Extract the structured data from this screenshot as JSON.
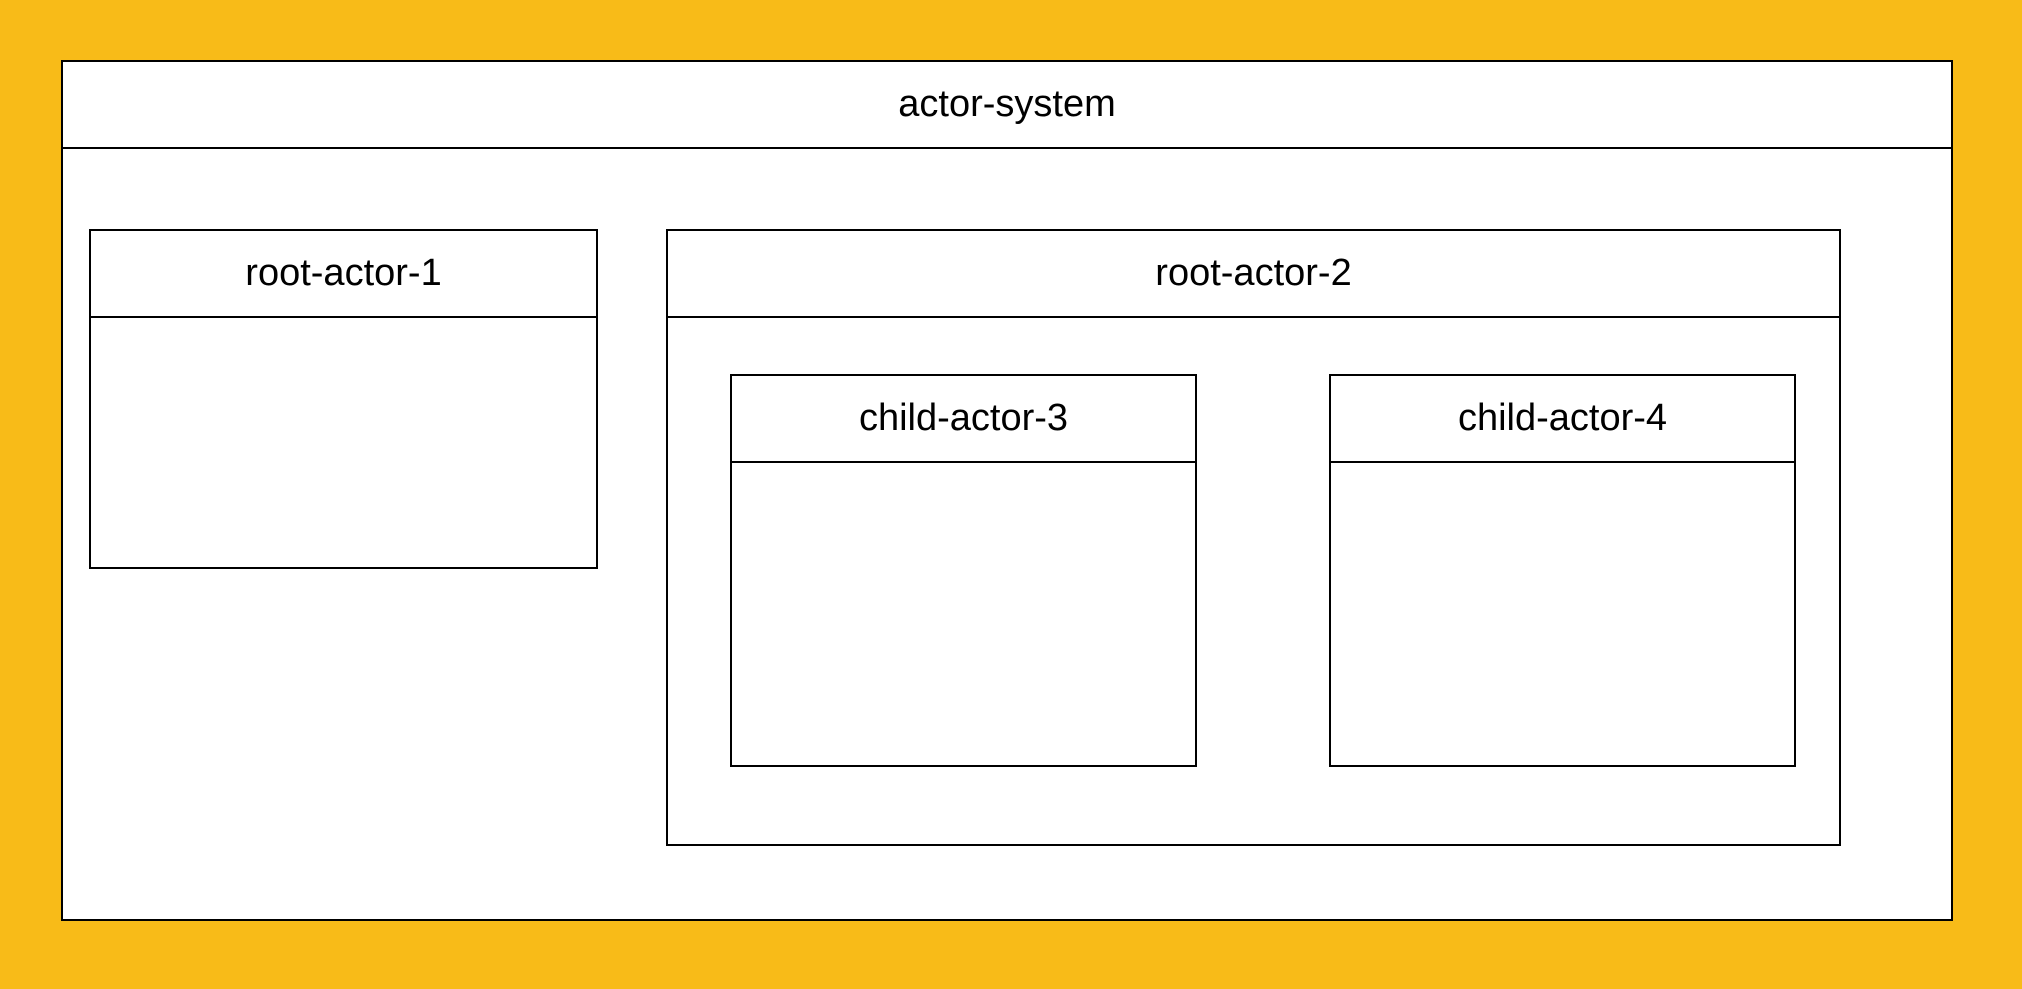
{
  "colors": {
    "background": "#F8BB18",
    "box_fill": "#FFFFFF",
    "stroke": "#000000"
  },
  "actor_system": {
    "label": "actor-system",
    "root_actors": [
      {
        "label": "root-actor-1"
      },
      {
        "label": "root-actor-2",
        "children": [
          {
            "label": "child-actor-3"
          },
          {
            "label": "child-actor-4"
          }
        ]
      }
    ]
  }
}
